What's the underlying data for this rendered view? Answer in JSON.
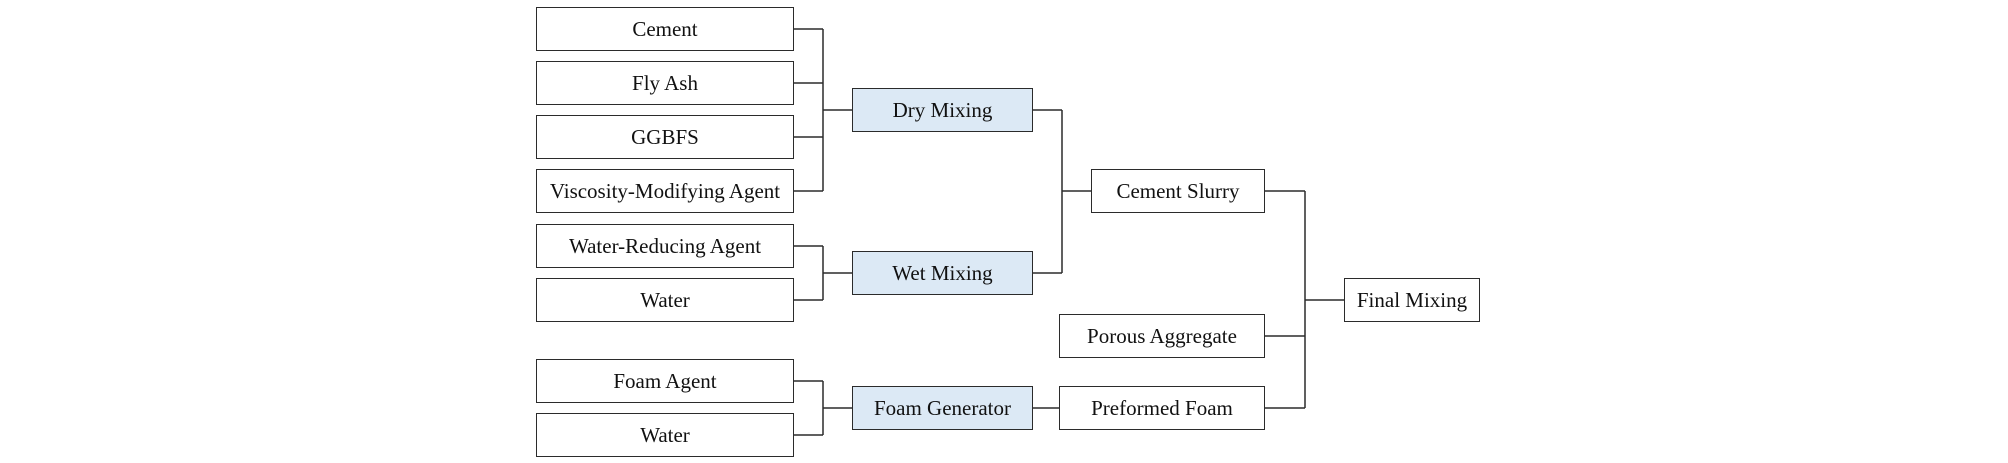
{
  "nodes": {
    "cement": "Cement",
    "fly_ash": "Fly Ash",
    "ggbfs": "GGBFS",
    "viscosity_modifying_agent": "Viscosity-Modifying Agent",
    "water_reducing_agent": "Water-Reducing Agent",
    "water_wet": "Water",
    "foam_agent": "Foam Agent",
    "water_foam": "Water",
    "dry_mixing": "Dry Mixing",
    "wet_mixing": "Wet Mixing",
    "foam_generator": "Foam Generator",
    "cement_slurry": "Cement Slurry",
    "porous_aggregate": "Porous Aggregate",
    "preformed_foam": "Preformed Foam",
    "final_mixing": "Final Mixing"
  },
  "colors": {
    "process_fill": "#dce9f5",
    "border": "#2b2b2b",
    "text": "#111111"
  }
}
